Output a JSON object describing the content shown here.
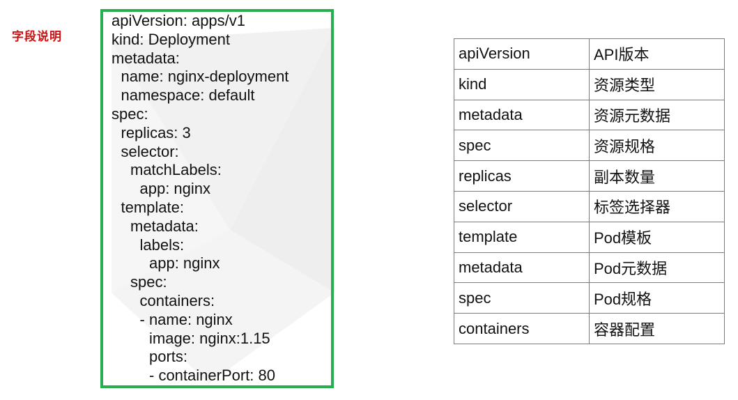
{
  "side_title": "字段说明",
  "yaml_lines": [
    {
      "indent": 0,
      "text": "apiVersion: apps/v1"
    },
    {
      "indent": 0,
      "text": "kind: Deployment"
    },
    {
      "indent": 0,
      "text": "metadata:"
    },
    {
      "indent": 1,
      "text": "name: nginx-deployment"
    },
    {
      "indent": 1,
      "text": "namespace: default"
    },
    {
      "indent": 0,
      "text": "spec:"
    },
    {
      "indent": 1,
      "text": "replicas: 3"
    },
    {
      "indent": 1,
      "text": "selector:"
    },
    {
      "indent": 2,
      "text": "matchLabels:"
    },
    {
      "indent": 3,
      "text": "app: nginx"
    },
    {
      "indent": 1,
      "text": "template:"
    },
    {
      "indent": 2,
      "text": "metadata:"
    },
    {
      "indent": 3,
      "text": "labels:"
    },
    {
      "indent": 4,
      "text": "app: nginx"
    },
    {
      "indent": 2,
      "text": "spec:"
    },
    {
      "indent": 3,
      "text": "containers:"
    },
    {
      "indent": 3,
      "text": "- name: nginx"
    },
    {
      "indent": 4,
      "text": "image: nginx:1.15"
    },
    {
      "indent": 4,
      "text": "ports:"
    },
    {
      "indent": 4,
      "text": "- containerPort: 80"
    }
  ],
  "fields_table": [
    {
      "field": "apiVersion",
      "desc": "API版本"
    },
    {
      "field": "kind",
      "desc": "资源类型"
    },
    {
      "field": "metadata",
      "desc": "资源元数据"
    },
    {
      "field": "spec",
      "desc": "资源规格"
    },
    {
      "field": "replicas",
      "desc": "副本数量"
    },
    {
      "field": "selector",
      "desc": "标签选择器"
    },
    {
      "field": "template",
      "desc": "Pod模板"
    },
    {
      "field": "metadata",
      "desc": "Pod元数据"
    },
    {
      "field": "spec",
      "desc": "Pod规格"
    },
    {
      "field": "containers",
      "desc": "容器配置"
    }
  ],
  "colors": {
    "box_border": "#27ae4f",
    "title_red": "#d01010",
    "table_border": "#7a7a7a"
  }
}
